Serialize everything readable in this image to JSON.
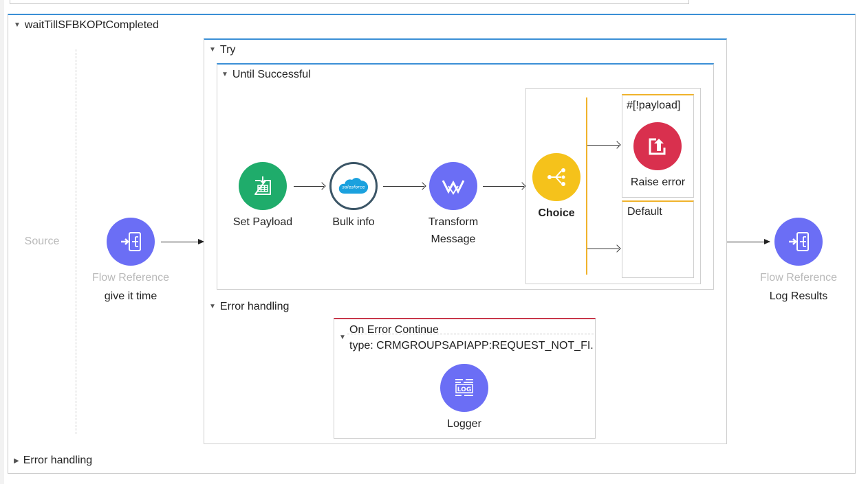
{
  "flow": {
    "name": "waitTillSFBKOPtCompleted",
    "source_label": "Source",
    "error_handling_label": "Error handling"
  },
  "flow_ref_1": {
    "type": "Flow Reference",
    "name": "give it time"
  },
  "flow_ref_2": {
    "type": "Flow Reference",
    "name": "Log Results"
  },
  "try_scope": {
    "label": "Try",
    "until_successful": {
      "label": "Until Successful",
      "set_payload": "Set Payload",
      "bulk_info": "Bulk info",
      "salesforce_logo": "salesforce",
      "transform_line1": "Transform",
      "transform_line2": "Message",
      "choice": {
        "label": "Choice",
        "when_expression": "#[!payload]",
        "raise_error": "Raise error",
        "default_label": "Default"
      }
    },
    "error_handling": {
      "label": "Error handling",
      "on_error_continue": {
        "label": "On Error Continue",
        "type_text": "type: CRMGROUPSAPIAPP:REQUEST_NOT_FI...",
        "logger": "Logger",
        "logger_icon_text": "LOG"
      }
    }
  },
  "colors": {
    "accent_blue": "#3a8fd6",
    "node_purple": "#6b6ef5",
    "set_payload_green": "#1fac6b",
    "choice_yellow": "#f5c21b",
    "raise_error_red": "#d9304e",
    "error_red": "#c8384b",
    "salesforce_cyan": "#1ba1de"
  }
}
